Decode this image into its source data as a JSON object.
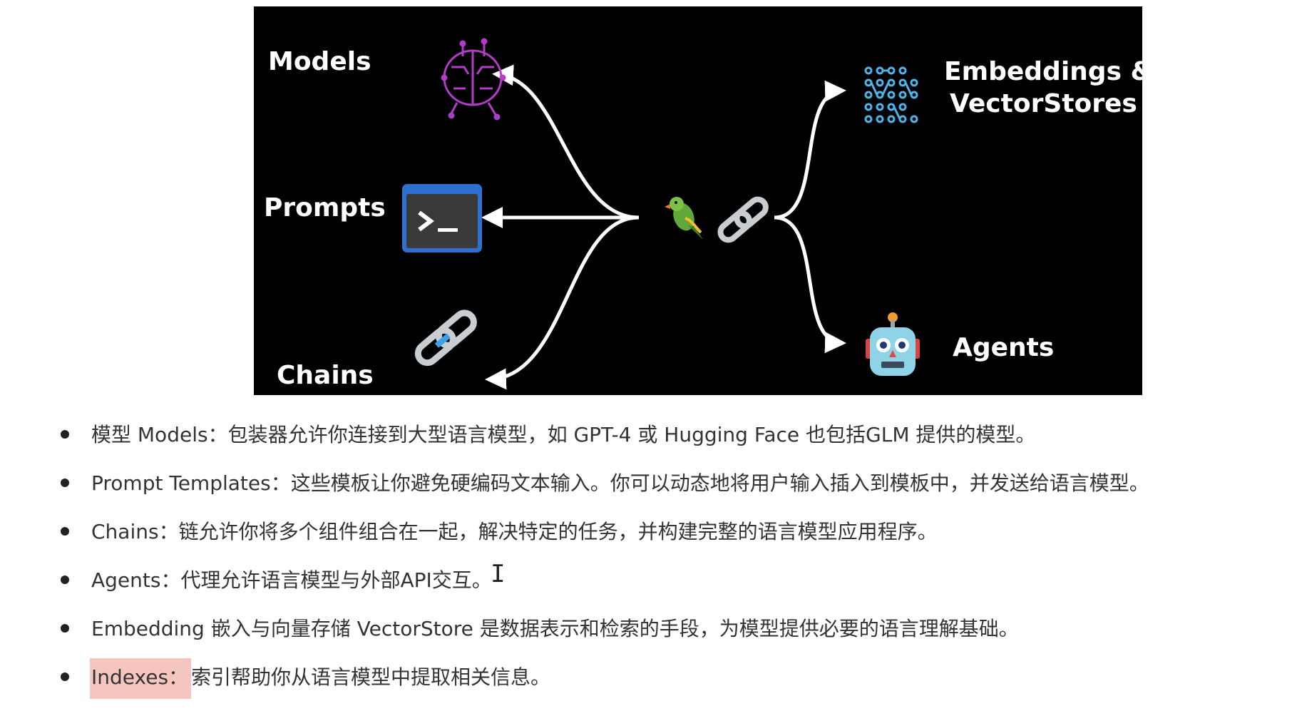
{
  "diagram": {
    "labels": {
      "models": "Models",
      "prompts": "Prompts",
      "chains": "Chains",
      "embeddings_line1": "Embeddings &",
      "embeddings_line2": "VectorStores",
      "agents": "Agents"
    },
    "icons": {
      "models": "brain-circuit-icon",
      "prompts": "terminal-icon",
      "chains": "chain-link-icon",
      "center_bird": "parrot-icon",
      "center_chain": "chain-link-icon",
      "embeddings": "dot-grid-icon",
      "agents": "robot-icon"
    },
    "colors": {
      "background": "#000000",
      "arrows": "#ffffff",
      "terminal_blue": "#2f6fd0",
      "brain_purple": "#b23cc9",
      "embeddings_cyan": "#4fb3e8"
    }
  },
  "bullets": [
    {
      "term": "模型 Models：",
      "text": "包装器允许你连接到大型语言模型，如 GPT-4 或 Hugging Face 也包括GLM 提供的模型。",
      "highlight": false
    },
    {
      "term": "Prompt Templates：",
      "text": "这些模板让你避免硬编码文本输入。你可以动态地将用户输入插入到模板中，并发送给语言模型。",
      "highlight": false
    },
    {
      "term": "Chains：",
      "text": "链允许你将多个组件组合在一起，解决特定的任务，并构建完整的语言模型应用程序。",
      "highlight": false
    },
    {
      "term": "Agents：",
      "text": "代理允许语言模型与外部API交互。",
      "highlight": false
    },
    {
      "term": "Embedding 嵌入与向量存储 VectorStore ",
      "text": "是数据表示和检索的手段，为模型提供必要的语言理解基础。",
      "highlight": false
    },
    {
      "term": "Indexes：",
      "text": "索引帮助你从语言模型中提取相关信息。",
      "highlight": true
    }
  ],
  "colors": {
    "text": "#333333",
    "highlight": "#f5c6c0"
  }
}
